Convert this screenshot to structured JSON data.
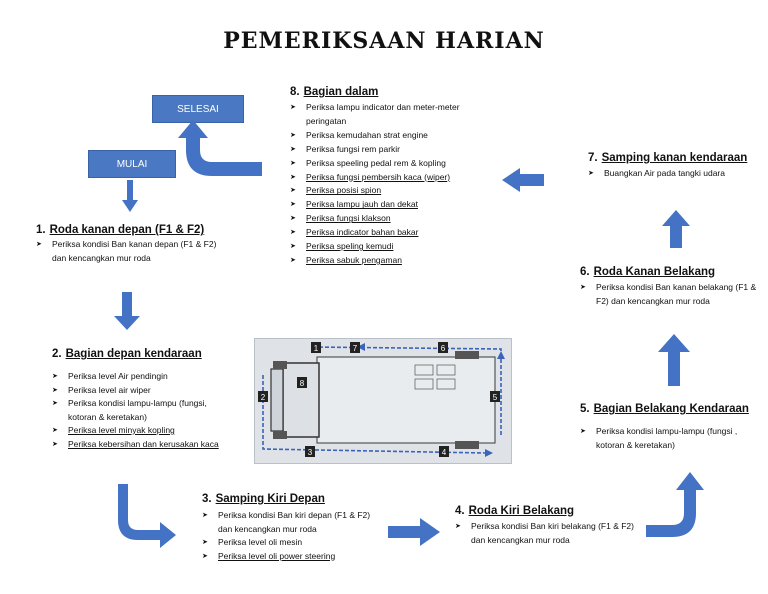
{
  "title": "PEMERIKSAAN HARIAN",
  "boxes": {
    "mulai": "MULAI",
    "selesai": "SELESAI"
  },
  "colors": {
    "arrow": "#4472c4",
    "box": "#4a78c2"
  },
  "sections": [
    {
      "num": "1.",
      "title": "Roda kanan depan  (F1 & F2)",
      "items": [
        {
          "text": "Periksa kondisi Ban kanan depan (F1 & F2)  dan kencangkan mur roda",
          "underline": false
        }
      ]
    },
    {
      "num": "2.",
      "title": "Bagian depan kendaraan",
      "items": [
        {
          "text": "Periksa level Air pendingin",
          "underline": false
        },
        {
          "text": "Periksa level air wiper",
          "underline": false
        },
        {
          "text": "Periksa kondisi lampu-lampu (fungsi, kotoran & keretakan)",
          "underline": false
        },
        {
          "text": "Periksa level minyak kopling",
          "underline": true
        },
        {
          "text": "Periksa kebersihan dan kerusakan kaca",
          "underline": true
        }
      ]
    },
    {
      "num": "3.",
      "title": "Samping Kiri Depan",
      "items": [
        {
          "text": "Periksa kondisi Ban kiri depan (F1 & F2)  dan kencangkan mur roda",
          "underline": false
        },
        {
          "text": "Periksa level oli mesin",
          "underline": false
        },
        {
          "text": "Periksa level oli power steering",
          "underline": true
        }
      ]
    },
    {
      "num": "4.",
      "title": "Roda Kiri Belakang",
      "items": [
        {
          "text": "Periksa kondisi Ban kiri belakang (F1 & F2)  dan kencangkan mur roda",
          "underline": false
        }
      ]
    },
    {
      "num": "5.",
      "title": "Bagian Belakang Kendaraan",
      "items": [
        {
          "text": "Periksa kondisi lampu-lampu (fungsi , kotoran & keretakan)",
          "underline": false
        }
      ]
    },
    {
      "num": "6.",
      "title": "Roda Kanan Belakang",
      "items": [
        {
          "text": "Periksa kondisi Ban kanan belakang (F1 & F2)  dan kencangkan mur roda",
          "underline": false
        }
      ]
    },
    {
      "num": "7.",
      "title": "Samping kanan kendaraan",
      "items": [
        {
          "text": "Buangkan Air pada tangki udara",
          "underline": false
        }
      ]
    },
    {
      "num": "8.",
      "title": "Bagian dalam",
      "items": [
        {
          "text": "Periksa lampu indicator dan meter-meter peringatan",
          "underline": false
        },
        {
          "text": "Periksa kemudahan strat engine",
          "underline": false
        },
        {
          "text": "Periksa fungsi rem parkir",
          "underline": false
        },
        {
          "text": "Periksa speeling pedal rem & kopling",
          "underline": false
        },
        {
          "text": "Periksa fungsi pembersih kaca (wiper)",
          "underline": true
        },
        {
          "text": "Periksa posisi spion",
          "underline": true
        },
        {
          "text": "Periksa lampu jauh dan dekat",
          "underline": true
        },
        {
          "text": "Periksa fungsi klakson",
          "underline": true
        },
        {
          "text": "Periksa indicator bahan bakar",
          "underline": true
        },
        {
          "text": "Periksa speling kemudi",
          "underline": true
        },
        {
          "text": "Periksa sabuk pengaman",
          "underline": true
        }
      ]
    }
  ],
  "truck_labels": [
    "1",
    "2",
    "3",
    "4",
    "5",
    "6",
    "7",
    "8"
  ]
}
